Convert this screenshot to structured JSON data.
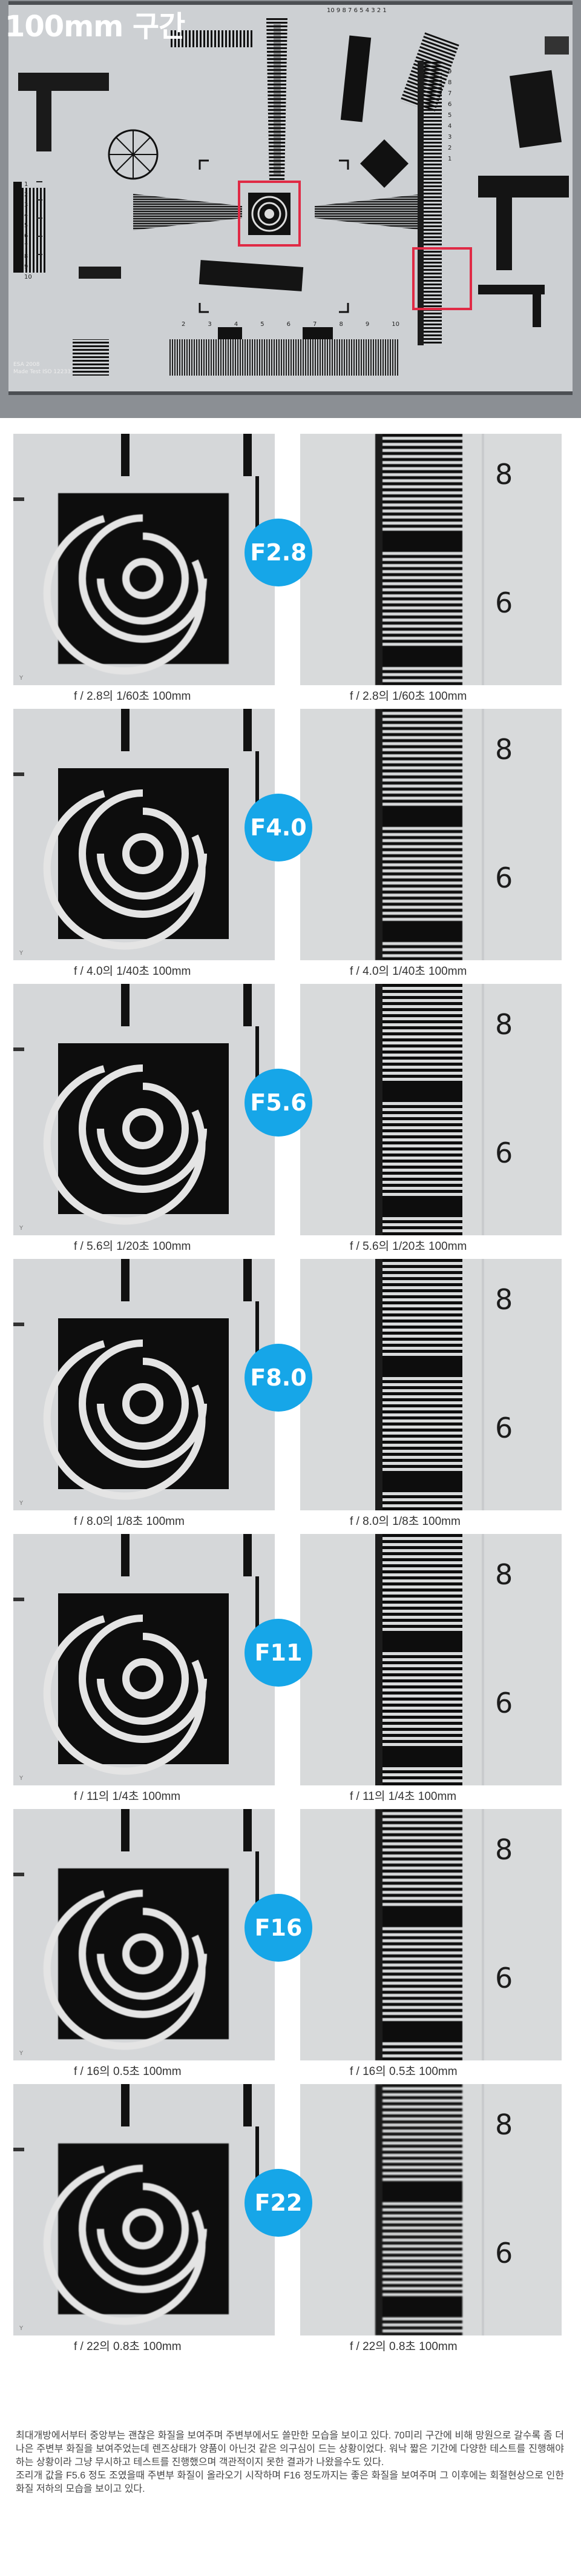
{
  "hero": {
    "title": "100mm 구간",
    "chart_marks": {
      "scale_left": [
        "1",
        "2",
        "3",
        "4",
        "5",
        "6",
        "7",
        "8",
        "9",
        "10"
      ],
      "scale_top": [
        "10",
        "9",
        "8",
        "7",
        "6",
        "5",
        "4",
        "3",
        "2",
        "1"
      ],
      "scale_bottom": [
        "2",
        "3",
        "4",
        "5",
        "6",
        "7",
        "8",
        "9",
        "10"
      ],
      "scale_right": [
        "9",
        "8",
        "7",
        "6",
        "5",
        "4",
        "3",
        "2",
        "1"
      ],
      "tiny_text": [
        "ESA 2008",
        "Made Test ISO 12233"
      ]
    },
    "highlight_color": "#e02a45"
  },
  "crop_labels": {
    "scale_numbers": [
      "8",
      "6"
    ]
  },
  "rows": [
    {
      "badge": "F2.8",
      "caption_left": "f / 2.8의 1/60초  100mm",
      "caption_right": "f / 2.8의 1/60초  100mm"
    },
    {
      "badge": "F4.0",
      "caption_left": "f / 4.0의 1/40초  100mm",
      "caption_right": "f / 4.0의 1/40초  100mm"
    },
    {
      "badge": "F5.6",
      "caption_left": "f / 5.6의 1/20초  100mm",
      "caption_right": "f / 5.6의 1/20초  100mm"
    },
    {
      "badge": "F8.0",
      "caption_left": "f / 8.0의 1/8초  100mm",
      "caption_right": "f / 8.0의 1/8초  100mm"
    },
    {
      "badge": "F11",
      "caption_left": "f / 11의 1/4초  100mm",
      "caption_right": "f / 11의 1/4초  100mm"
    },
    {
      "badge": "F16",
      "caption_left": "f / 16의 0.5초  100mm",
      "caption_right": "f / 16의 0.5초  100mm"
    },
    {
      "badge": "F22",
      "caption_left": "f / 22의 0.8초  100mm",
      "caption_right": "f / 22의 0.8초  100mm"
    }
  ],
  "description": {
    "para1": "최대개방에서부터 중앙부는 괜찮은 화질을 보여주며 주변부에서도 쓸만한 모습을 보이고 있다. 70미리 구간에 비해 망원으로 갈수록 좀 더 나은 주변부 화질을 보여주었는데 렌즈상태가 양품이 아닌것 같은 의구심이 드는 상황이었다. 워낙 짧은 기간에 다양한 테스트를 진행해야 하는 상황이라 그냥 무시하고 테스트를 진행했으며 객관적이지 못한 결과가 나왔을수도 있다.",
    "para2": "조리개 값을 F5.6 정도 조였을때 주변부 화질이 올라오기 시작하며 F16 정도까지는 좋은 화질을 보여주며 그 이후에는 회절현상으로 인한 화질 저하의 모습을 보이고 있다."
  },
  "colors": {
    "badge": "#16a6e8",
    "chart_bg": "#d6d8da",
    "hero_bg": "#8d9196"
  }
}
